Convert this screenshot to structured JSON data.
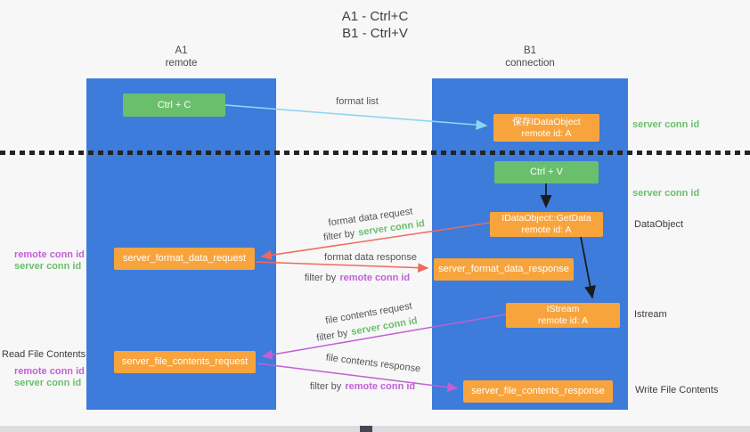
{
  "page": {
    "title_line1": "A1 - Ctrl+C",
    "title_line2": "B1 - Ctrl+V"
  },
  "lifelines": {
    "left": {
      "name": "A1",
      "role": "remote"
    },
    "right": {
      "name": "B1",
      "role": "connection"
    }
  },
  "boxes": {
    "ctrl_c": "Ctrl + C",
    "ctrl_v": "Ctrl + V",
    "save_dataobject_line1": "保存IDataObject",
    "save_dataobject_line2": "remote id: A",
    "getdata_line1": "IDataObject::GetData",
    "getdata_line2": "remote id: A",
    "istream_line1": "IStream",
    "istream_line2": "remote id: A",
    "format_request": "server_format_data_request",
    "format_response": "server_format_data_response",
    "file_request": "server_file_contents_request",
    "file_response": "server_file_contents_response"
  },
  "arrow_labels": {
    "format_list": "format list",
    "format_data_request": "format data request",
    "format_data_response": "format data response",
    "file_contents_request": "file contents request",
    "file_contents_response": "file contents response",
    "filter_by": "filter by",
    "server_conn_id": "server conn id",
    "remote_conn_id": "remote conn id"
  },
  "side_labels": {
    "server_conn_id_top": "server conn id",
    "server_conn_id_mid": "server conn id",
    "dataobject": "DataObject",
    "istream": "Istream",
    "read_file_contents": "Read File Contents",
    "write_file_contents": "Write File Contents",
    "remote_conn_id": "remote conn id",
    "server_conn_id": "server conn id"
  },
  "colors": {
    "lane_blue": "#3d7cda",
    "box_green": "#6abf6d",
    "box_orange": "#f8a43d",
    "arrow_red": "#ef6a5e",
    "arrow_magenta": "#c05fd6",
    "arrow_blue": "#8fd4f2",
    "text_green": "#6abf6d",
    "text_magenta": "#c45fd6"
  }
}
